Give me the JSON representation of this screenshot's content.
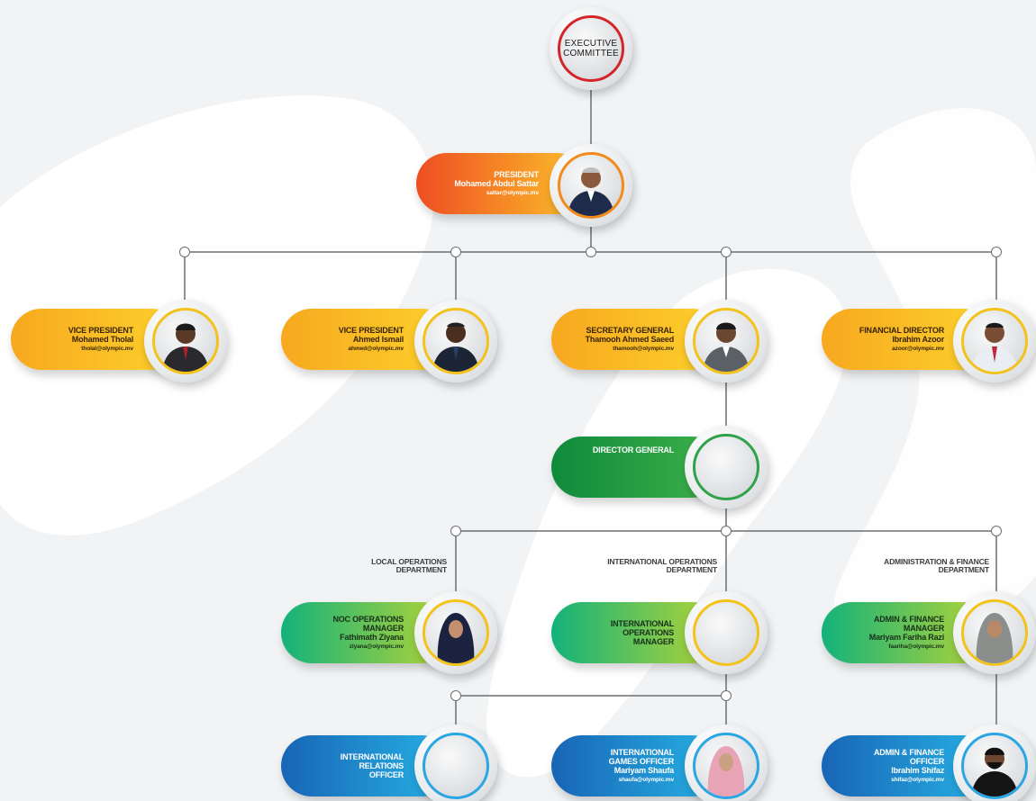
{
  "executive": {
    "line1": "EXECUTIVE",
    "line2": "COMMITTEE"
  },
  "president": {
    "title": "PRESIDENT",
    "name": "Mohamed Abdul Sattar",
    "email": "sattar@olympic.mv"
  },
  "vice_president_1": {
    "title": "VICE PRESIDENT",
    "name": "Mohamed Tholal",
    "email": "tholal@olympic.mv"
  },
  "vice_president_2": {
    "title": "VICE PRESIDENT",
    "name": "Ahmed Ismail",
    "email": "ahmed@olympic.mv"
  },
  "secretary_general": {
    "title": "SECRETARY GENERAL",
    "name": "Thamooh Ahmed Saeed",
    "email": "thamooh@olympic.mv"
  },
  "financial_director": {
    "title": "FINANCIAL DIRECTOR",
    "name": "Ibrahim Azoor",
    "email": "azoor@olympic.mv"
  },
  "director_general": {
    "title": "DIRECTOR GENERAL"
  },
  "departments": {
    "local": {
      "line1": "LOCAL OPERATIONS",
      "line2": "DEPARTMENT"
    },
    "international": {
      "line1": "INTERNATIONAL OPERATIONS",
      "line2": "DEPARTMENT"
    },
    "admin": {
      "line1": "ADMINISTRATION & FINANCE",
      "line2": "DEPARTMENT"
    }
  },
  "noc_ops_manager": {
    "title1": "NOC OPERATIONS",
    "title2": "MANAGER",
    "name": "Fathimath Ziyana",
    "email": "ziyana@olympic.mv"
  },
  "intl_ops_manager": {
    "title1": "INTERNATIONAL",
    "title2": "OPERATIONS",
    "title3": "MANAGER"
  },
  "admin_fin_manager": {
    "title1": "ADMIN & FINANCE",
    "title2": "MANAGER",
    "name": "Mariyam Fariha Razi",
    "email": "faariha@olympic.mv"
  },
  "intl_relations_officer": {
    "title1": "INTERNATIONAL",
    "title2": "RELATIONS",
    "title3": "OFFICER"
  },
  "intl_games_officer": {
    "title1": "INTERNATIONAL",
    "title2": "GAMES OFFICER",
    "name": "Mariyam Shaufa",
    "email": "shaufa@olympic.mv"
  },
  "admin_fin_officer": {
    "title1": "ADMIN & FINANCE",
    "title2": "OFFICER",
    "name": "Ibrahim Shifaz",
    "email": "shifaz@olympic.mv"
  },
  "colors": {
    "orange_start": "#ee4d23",
    "orange_end": "#fbc42d",
    "yellow_start": "#f7a81f",
    "yellow_end": "#fdd22c",
    "green_start": "#0f8a3c",
    "green_end": "#3fb24a",
    "teal_start": "#13b27a",
    "teal_end": "#b9d536",
    "blue_start": "#1865b5",
    "blue_end": "#27b3e6",
    "connector": "#6b6f73"
  }
}
